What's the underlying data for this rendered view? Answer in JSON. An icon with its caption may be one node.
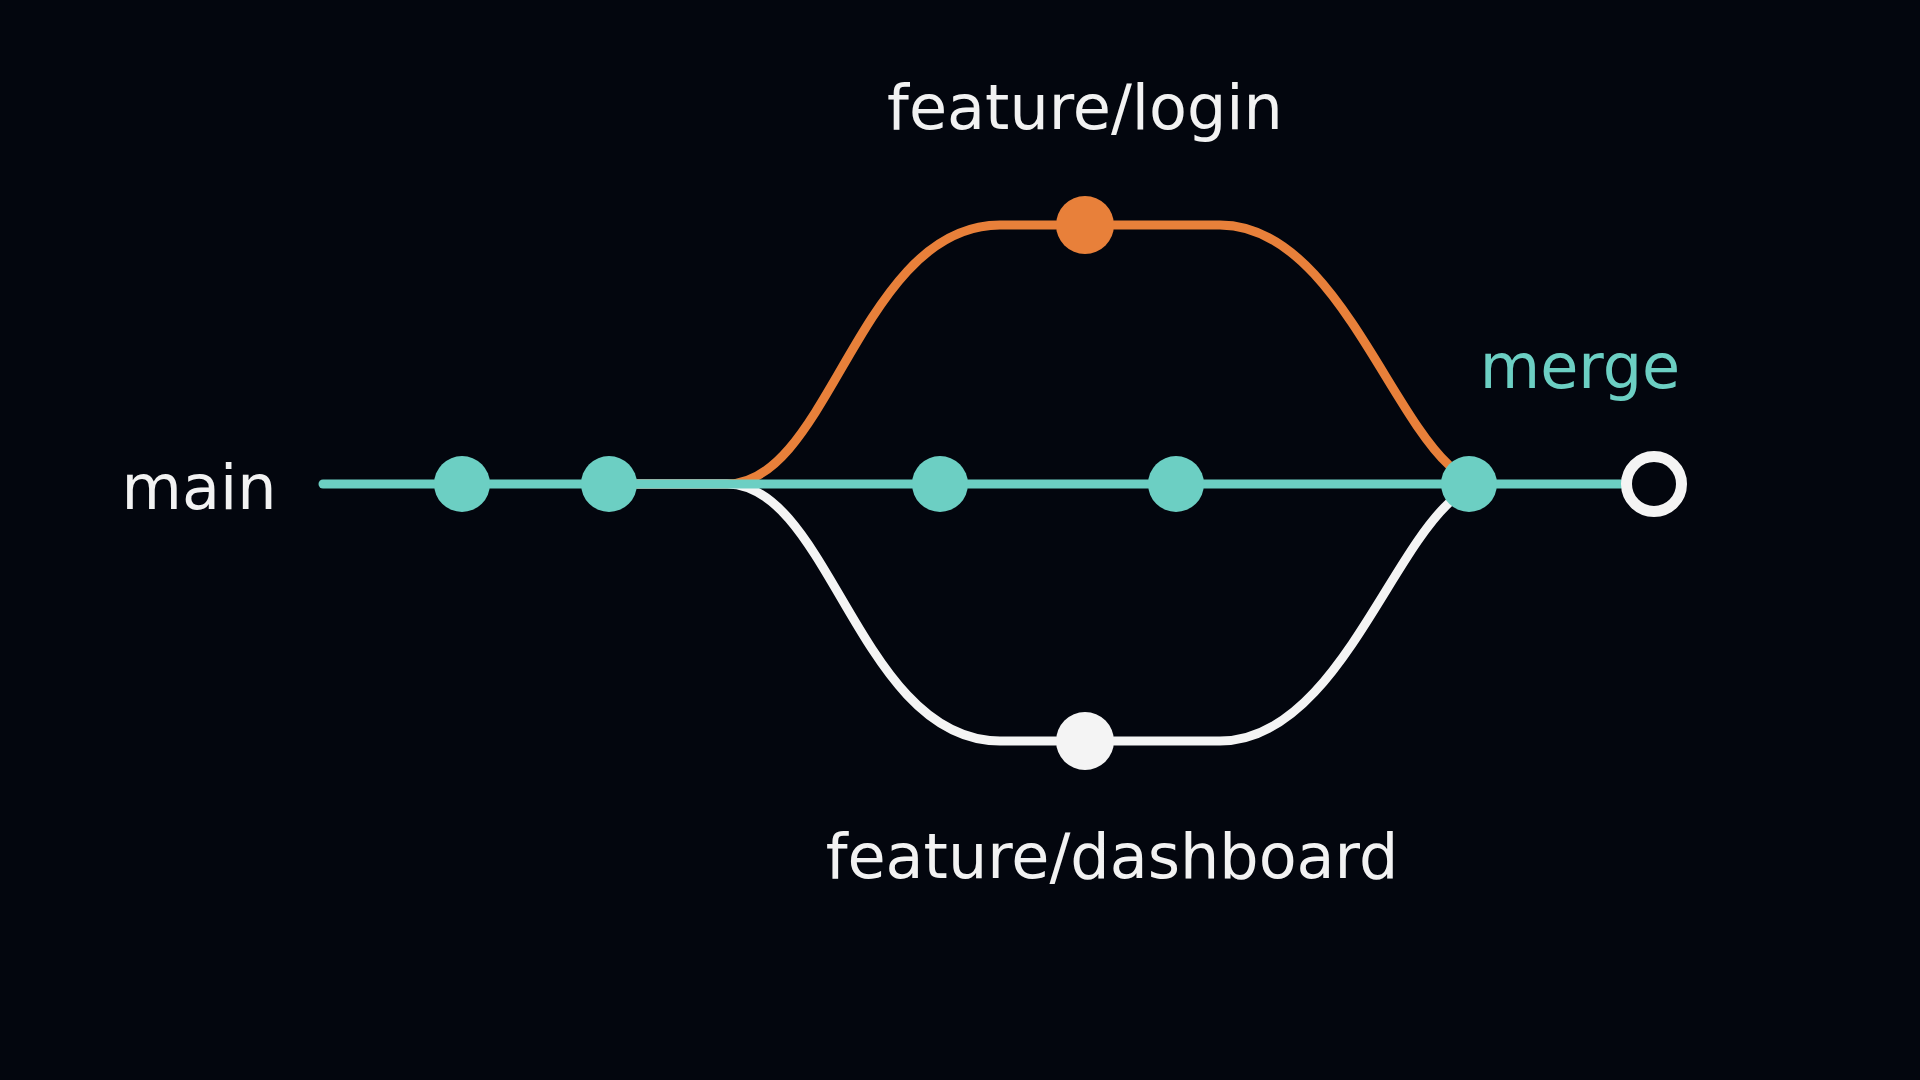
{
  "diagram": {
    "nodes": [
      {
        "text": [],
        "shape": "circle"
      },
      {
        "text": [],
        "shape": "circle"
      },
      {
        "text": [],
        "shape": "circle"
      },
      {
        "text": [],
        "shape": "circle",
        "beside": [
          "feature/login"
        ]
      },
      {
        "text": [],
        "shape": "circle",
        "beside": [
          "feature/dashboard"
        ]
      },
      {
        "text": [],
        "shape": "circle"
      },
      {
        "text": [],
        "shape": "circle",
        "beside": [
          "merge"
        ]
      },
      {
        "text": [],
        "shape": "circle"
      }
    ],
    "edges": [
      {
        "from": null,
        "to": 0,
        "arrow": "none"
      },
      {
        "from": 0,
        "to": 1,
        "arrow": "none"
      },
      {
        "from": 1,
        "to": 2,
        "arrow": "none"
      },
      {
        "from": 1,
        "to": 3,
        "arrow": "none",
        "color": "#e8803a"
      },
      {
        "from": 1,
        "to": 4,
        "arrow": "none",
        "color": "#f4f4f4"
      },
      {
        "from": 2,
        "to": 5,
        "arrow": "none"
      },
      {
        "from": 5,
        "to": 6,
        "arrow": "none"
      },
      {
        "from": 3,
        "to": 6,
        "arrow": "none",
        "color": "#e8803a"
      },
      {
        "from": 4,
        "to": 6,
        "arrow": "none",
        "color": "#f4f4f4"
      },
      {
        "from": 6,
        "to": 7,
        "arrow": "none"
      }
    ],
    "labels": [
      "main"
    ]
  }
}
